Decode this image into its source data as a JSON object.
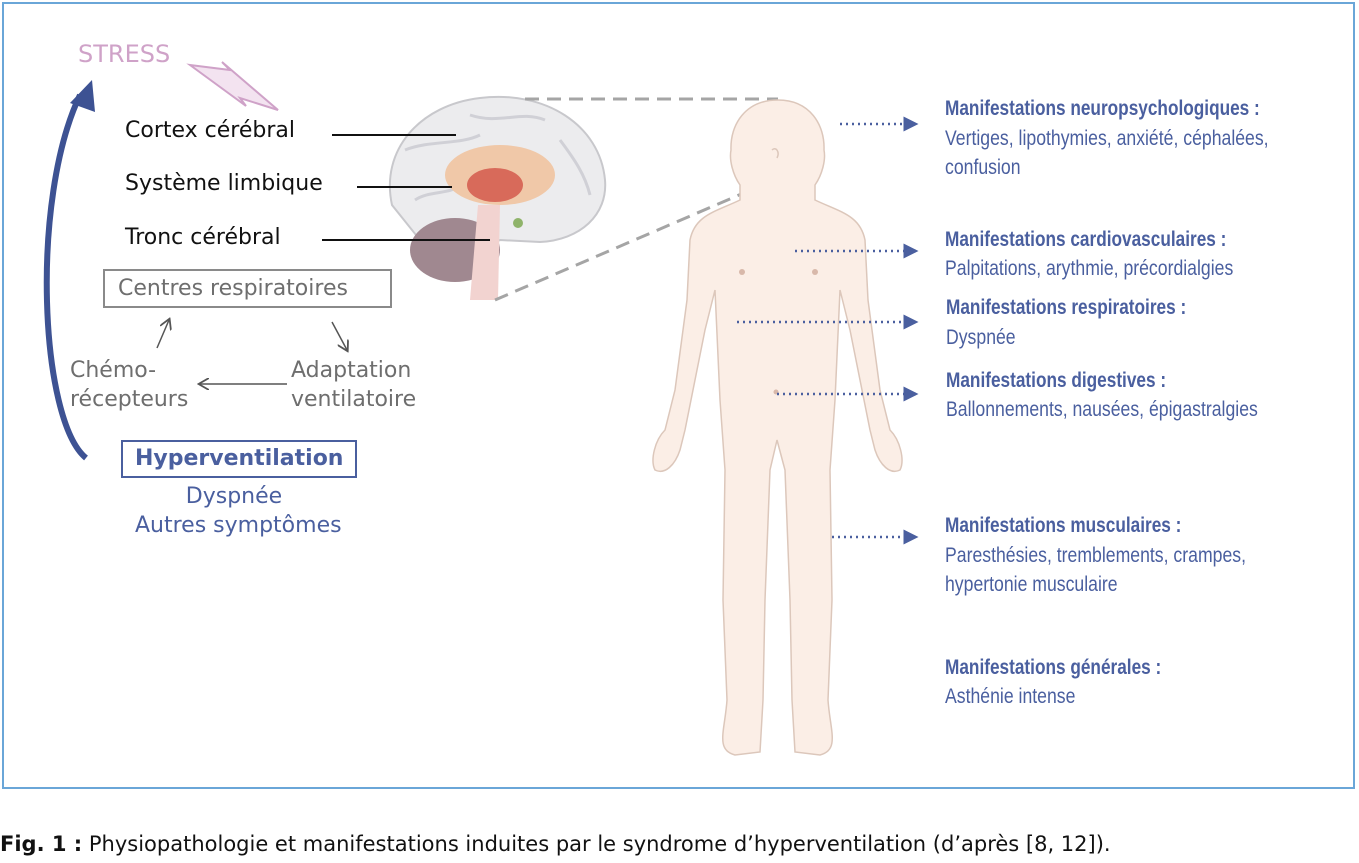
{
  "stress": "STRESS",
  "brain_labels": {
    "cortex": "Cortex cérébral",
    "limbic": "Système limbique",
    "brainstem": "Tronc cérébral"
  },
  "loop": {
    "centres": "Centres respiratoires",
    "chemo_line1": "Chémo-",
    "chemo_line2": "récepteurs",
    "adapt_line1": "Adaptation",
    "adapt_line2": "ventilatoire",
    "hyperventilation": "Hyperventilation",
    "symptom1": "Dyspnée",
    "symptom2": "Autres symptômes"
  },
  "manifestations": [
    {
      "title": "Manifestations neuropsychologiques :",
      "lines": [
        "Vertiges, lipothymies, anxiété, céphalées,",
        "confusion"
      ]
    },
    {
      "title": "Manifestations cardiovasculaires :",
      "lines": [
        "Palpitations, arythmie, précordialgies"
      ]
    },
    {
      "title": "Manifestations respiratoires :",
      "lines": [
        "Dyspnée"
      ]
    },
    {
      "title": "Manifestations digestives :",
      "lines": [
        "Ballonnements, nausées, épigastralgies"
      ]
    },
    {
      "title": "Manifestations musculaires :",
      "lines": [
        "Paresthésies, tremblements, crampes,",
        "hypertonie musculaire"
      ]
    },
    {
      "title": "Manifestations générales :",
      "lines": [
        "Asthénie intense"
      ]
    }
  ],
  "caption": {
    "label": "Fig. 1 :",
    "text": "Physiopathologie et manifestations induites par le syndrome d’hyperventilation (d’après [8, 12])."
  },
  "colors": {
    "frame": "#6aa6d8",
    "blue": "#4a5f9f",
    "stress": "#cfa2c8",
    "body": "#fbeee6"
  }
}
